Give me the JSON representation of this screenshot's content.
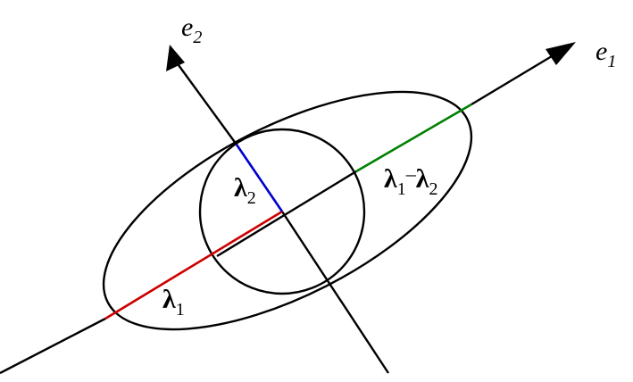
{
  "labels": {
    "axis_e1": {
      "main": "e",
      "sub": "1"
    },
    "axis_e2": {
      "main": "e",
      "sub": "2"
    },
    "lambda1": {
      "main": "λ",
      "sub": "1"
    },
    "lambda2": {
      "main": "λ",
      "sub": "2"
    },
    "lambda_diff": {
      "main1": "λ",
      "sub1": "1",
      "op": "–",
      "main2": "λ",
      "sub2": "2"
    }
  },
  "colors": {
    "outline": "#000000",
    "lambda1_segment": "#cc0000",
    "lambda2_segment": "#0000cc",
    "lambda_diff_segment": "#008000"
  }
}
